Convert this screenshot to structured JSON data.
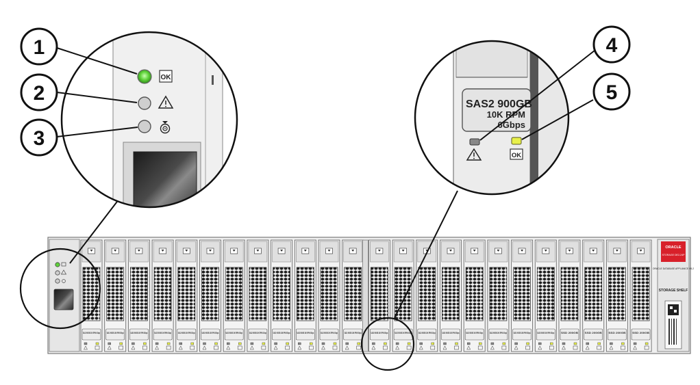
{
  "callouts": [
    "1",
    "2",
    "3",
    "4",
    "5"
  ],
  "left_zoom": {
    "ok_label": "OK",
    "attention_icon": "warning-triangle-icon",
    "locate_icon": "locate-target-icon",
    "ok_led_color": "#5fd23a"
  },
  "right_zoom": {
    "drive_label_line1": "SAS2 900GB",
    "drive_label_line2": "10K RPM",
    "drive_label_line3": "6Gbps",
    "ok_label": "OK",
    "ok_led_color": "#e8f04a",
    "fault_led_color": "#888888"
  },
  "shelf": {
    "drive_count": 24,
    "hdd_label": "SAS2 900GB 10K RPM 6Gbps",
    "ssd_label": "SSD 200GB",
    "ssd_slots": [
      20,
      21,
      22,
      23
    ],
    "brand_logo": "ORACLE",
    "brand_sub": "STORAGE DE2-24P",
    "product_line1": "ORACLE DATABASE APPLIANCE X5-2",
    "product_line2": "STORAGE SHELF"
  }
}
